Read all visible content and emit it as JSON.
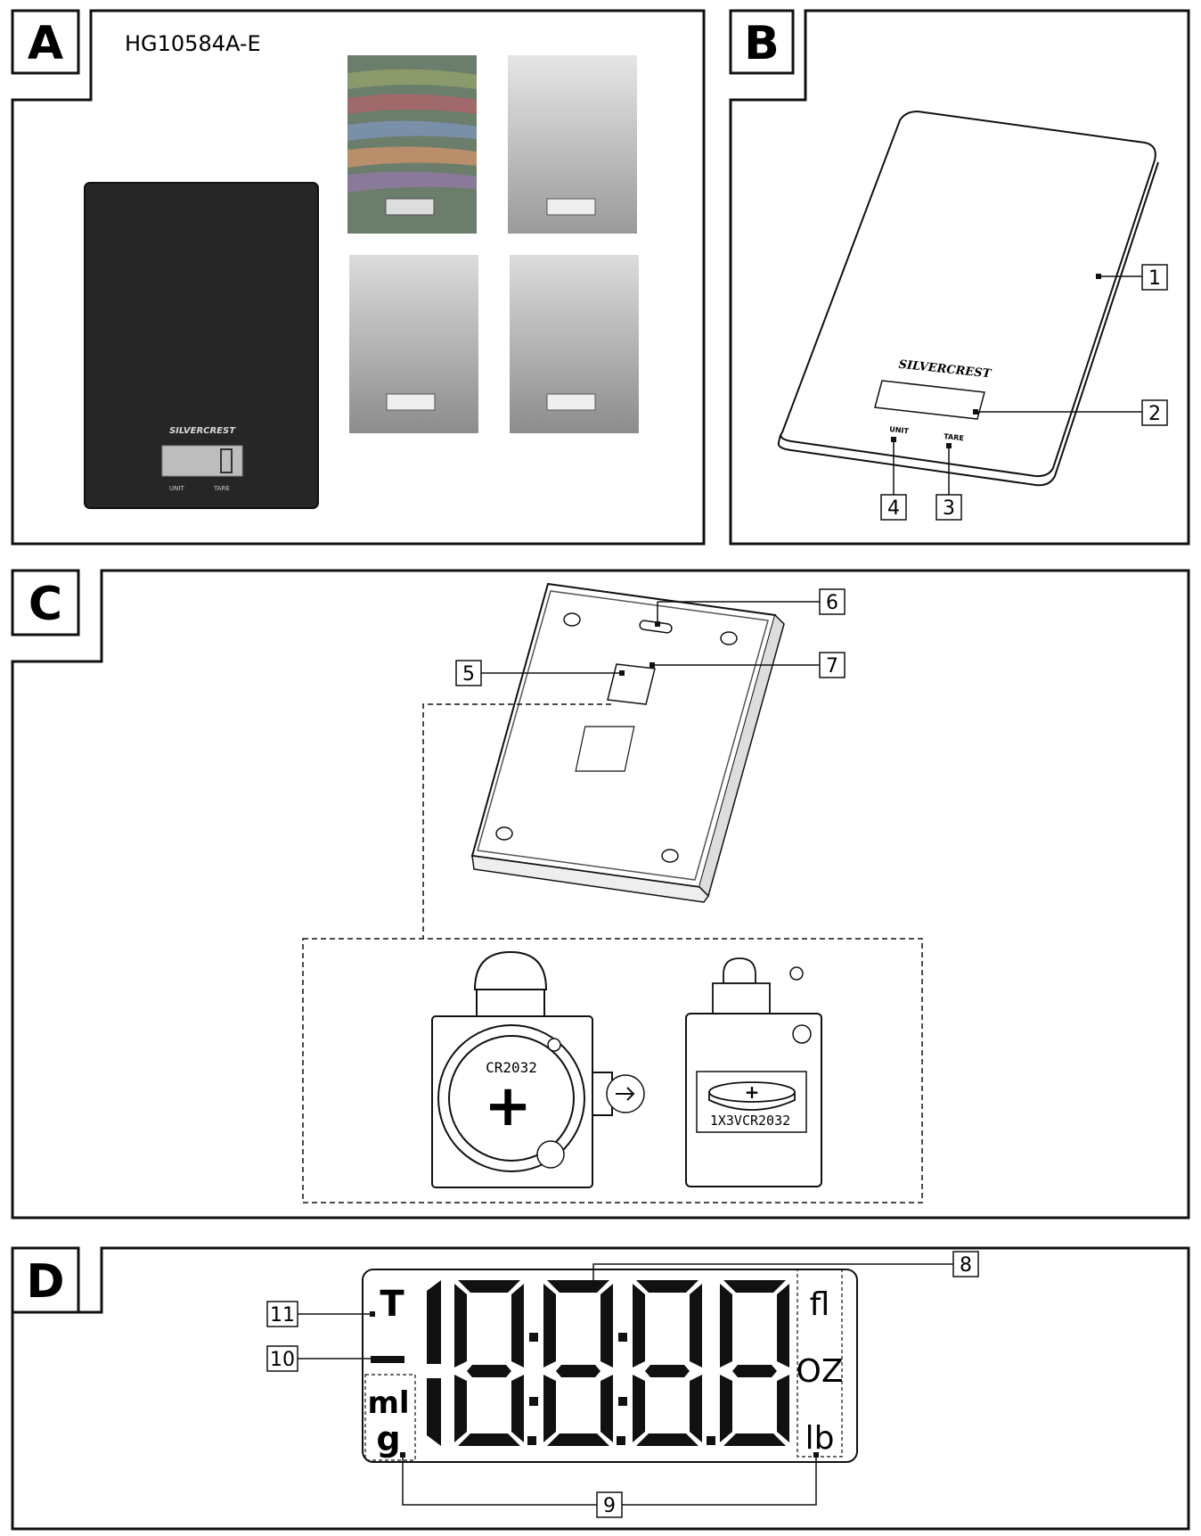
{
  "panels": {
    "a": {
      "letter": "A",
      "model": "HG10584A-E"
    },
    "b": {
      "letter": "B"
    },
    "c": {
      "letter": "C"
    },
    "d": {
      "letter": "D"
    }
  },
  "brand": "SILVERCREST",
  "buttons": {
    "unit": "UNIT",
    "tare": "TARE"
  },
  "callouts": [
    "1",
    "2",
    "3",
    "4",
    "5",
    "6",
    "7",
    "8",
    "9",
    "10",
    "11"
  ],
  "battery": {
    "type_label": "CR2032",
    "spec_label": "1X3VCR2032",
    "plus": "+"
  },
  "lcd": {
    "digits": "18:8:8.8",
    "tare_symbol": "T",
    "units_left": [
      "ml",
      "g"
    ],
    "units_right": [
      "fl",
      "OZ",
      "lb"
    ]
  }
}
